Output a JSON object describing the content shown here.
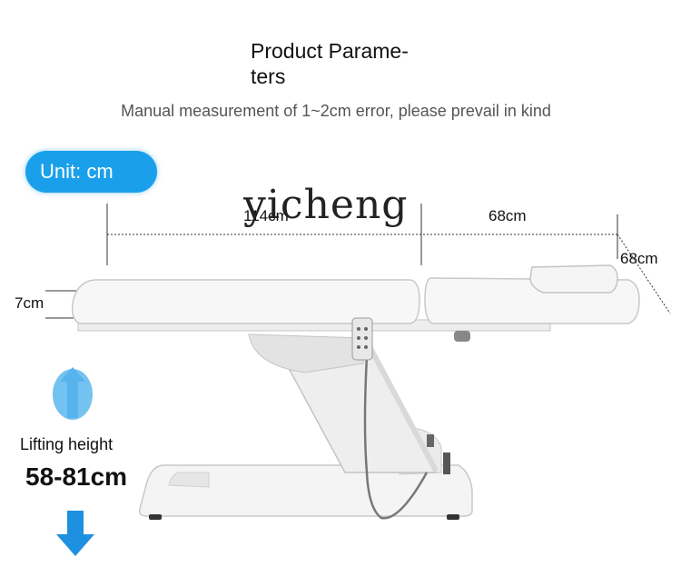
{
  "title_line1": "Product Parame-",
  "title_line2": "ters",
  "subtitle": "Manual measurement of 1~2cm error, please prevail in kind",
  "unit_badge": "Unit: cm",
  "watermark": "yicheng",
  "dimensions": {
    "length_main": "114cm",
    "length_head": "68cm",
    "width": "68cm",
    "thickness": "7cm"
  },
  "lift_label": "Lifting height",
  "lift_value": "58-81cm",
  "colors": {
    "accent": "#1aa0ea",
    "bed": "#f2f2f2",
    "outline": "#c8c8c8"
  },
  "icons": [
    "arrow-down-icon",
    "up-arrow-icon",
    "remote-control-icon"
  ]
}
